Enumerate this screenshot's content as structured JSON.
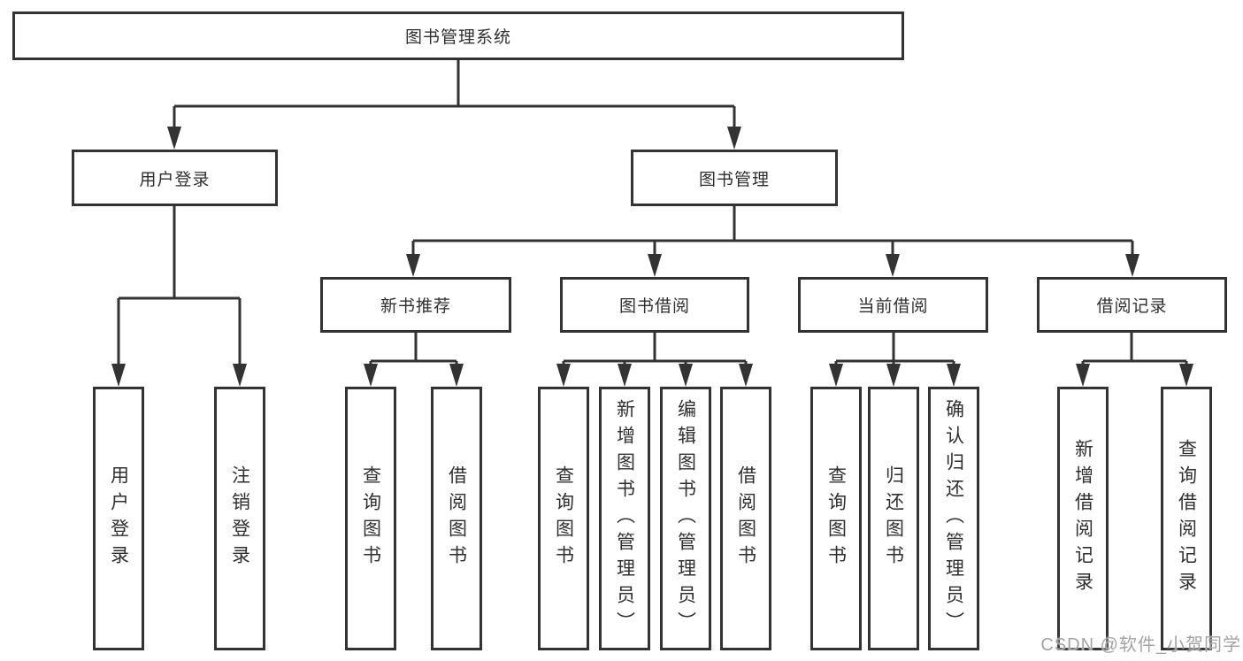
{
  "diagram": {
    "title": "图书管理系统",
    "branches": [
      {
        "label": "用户登录",
        "children": [
          "用户登录",
          "注销登录"
        ]
      },
      {
        "label": "图书管理",
        "groups": [
          {
            "label": "新书推荐",
            "children": [
              "查询图书",
              "借阅图书"
            ]
          },
          {
            "label": "图书借阅",
            "children": [
              "查询图书",
              "新增图书（管理员）",
              "编辑图书（管理员）",
              "借阅图书"
            ]
          },
          {
            "label": "当前借阅",
            "children": [
              "查询图书",
              "归还图书",
              "确认归还（管理员）"
            ]
          },
          {
            "label": "借阅记录",
            "children": [
              "新增借阅记录",
              "查询借阅记录"
            ]
          }
        ]
      }
    ]
  },
  "watermark": "CSDN @软件_小贺同学",
  "colors": {
    "line": "#333333",
    "text": "#2f2f2f",
    "watermark": "#a3a3a3",
    "background": "#ffffff"
  }
}
